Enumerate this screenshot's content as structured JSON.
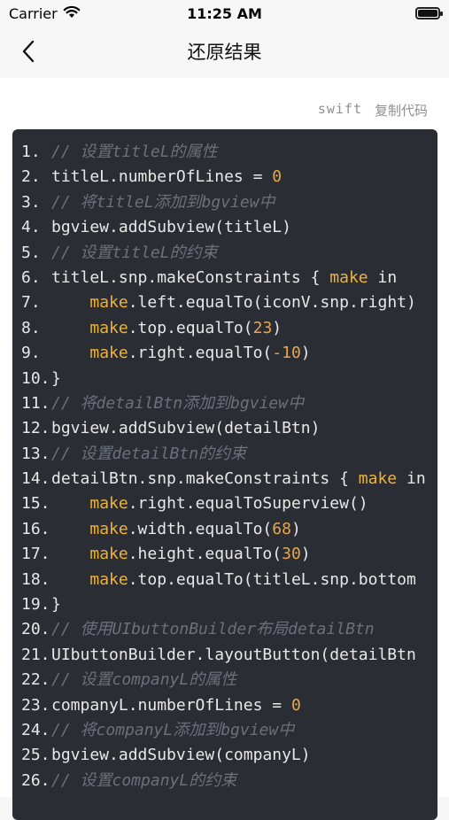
{
  "status_bar": {
    "carrier": "Carrier",
    "time": "11:25 AM"
  },
  "nav": {
    "title": "还原结果"
  },
  "code_header": {
    "language": "swift",
    "copy_label": "复制代码"
  },
  "colors": {
    "code_bg": "#2b2d35",
    "comment": "#6b707a",
    "keyword": "#ecb33a",
    "number": "#e6a64a",
    "text": "#e8e8e8"
  },
  "code_lines": [
    {
      "num": "1.",
      "segments": [
        {
          "t": "// 设置titleL的属性",
          "k": "comment"
        }
      ]
    },
    {
      "num": "2.",
      "segments": [
        {
          "t": "titleL.numberOfLines = ",
          "k": "plain"
        },
        {
          "t": "0",
          "k": "number"
        }
      ]
    },
    {
      "num": "3.",
      "segments": [
        {
          "t": "// 将titleL添加到bgview中",
          "k": "comment"
        }
      ]
    },
    {
      "num": "4.",
      "segments": [
        {
          "t": "bgview.addSubview(titleL)",
          "k": "plain"
        }
      ]
    },
    {
      "num": "5.",
      "segments": [
        {
          "t": "// 设置titleL的约束",
          "k": "comment"
        }
      ]
    },
    {
      "num": "6.",
      "segments": [
        {
          "t": "titleL.snp.makeConstraints { ",
          "k": "plain"
        },
        {
          "t": "make",
          "k": "keyword"
        },
        {
          "t": " in",
          "k": "plain"
        }
      ]
    },
    {
      "num": "7.",
      "segments": [
        {
          "t": "    ",
          "k": "plain"
        },
        {
          "t": "make",
          "k": "keyword"
        },
        {
          "t": ".left.equalTo(iconV.snp.right)",
          "k": "plain"
        }
      ]
    },
    {
      "num": "8.",
      "segments": [
        {
          "t": "    ",
          "k": "plain"
        },
        {
          "t": "make",
          "k": "keyword"
        },
        {
          "t": ".top.equalTo(",
          "k": "plain"
        },
        {
          "t": "23",
          "k": "number"
        },
        {
          "t": ")",
          "k": "plain"
        }
      ]
    },
    {
      "num": "9.",
      "segments": [
        {
          "t": "    ",
          "k": "plain"
        },
        {
          "t": "make",
          "k": "keyword"
        },
        {
          "t": ".right.equalTo(",
          "k": "plain"
        },
        {
          "t": "-10",
          "k": "number"
        },
        {
          "t": ")",
          "k": "plain"
        }
      ]
    },
    {
      "num": "10.",
      "segments": [
        {
          "t": "}",
          "k": "plain"
        }
      ]
    },
    {
      "num": "11.",
      "segments": [
        {
          "t": "// 将detailBtn添加到bgview中",
          "k": "comment"
        }
      ]
    },
    {
      "num": "12.",
      "segments": [
        {
          "t": "bgview.addSubview(detailBtn)",
          "k": "plain"
        }
      ]
    },
    {
      "num": "13.",
      "segments": [
        {
          "t": "// 设置detailBtn的约束",
          "k": "comment"
        }
      ]
    },
    {
      "num": "14.",
      "segments": [
        {
          "t": "detailBtn.snp.makeConstraints { ",
          "k": "plain"
        },
        {
          "t": "make",
          "k": "keyword"
        },
        {
          "t": " in",
          "k": "plain"
        }
      ]
    },
    {
      "num": "15.",
      "segments": [
        {
          "t": "    ",
          "k": "plain"
        },
        {
          "t": "make",
          "k": "keyword"
        },
        {
          "t": ".right.equalToSuperview()",
          "k": "plain"
        }
      ]
    },
    {
      "num": "16.",
      "segments": [
        {
          "t": "    ",
          "k": "plain"
        },
        {
          "t": "make",
          "k": "keyword"
        },
        {
          "t": ".width.equalTo(",
          "k": "plain"
        },
        {
          "t": "68",
          "k": "number"
        },
        {
          "t": ")",
          "k": "plain"
        }
      ]
    },
    {
      "num": "17.",
      "segments": [
        {
          "t": "    ",
          "k": "plain"
        },
        {
          "t": "make",
          "k": "keyword"
        },
        {
          "t": ".height.equalTo(",
          "k": "plain"
        },
        {
          "t": "30",
          "k": "number"
        },
        {
          "t": ")",
          "k": "plain"
        }
      ]
    },
    {
      "num": "18.",
      "segments": [
        {
          "t": "    ",
          "k": "plain"
        },
        {
          "t": "make",
          "k": "keyword"
        },
        {
          "t": ".top.equalTo(titleL.snp.bottom",
          "k": "plain"
        }
      ]
    },
    {
      "num": "19.",
      "segments": [
        {
          "t": "}",
          "k": "plain"
        }
      ]
    },
    {
      "num": "20.",
      "segments": [
        {
          "t": "// 使用UIbuttonBuilder布局detailBtn",
          "k": "comment"
        }
      ]
    },
    {
      "num": "21.",
      "segments": [
        {
          "t": "UIbuttonBuilder.layoutButton(detailBtn",
          "k": "plain"
        }
      ]
    },
    {
      "num": "22.",
      "segments": [
        {
          "t": "// 设置companyL的属性",
          "k": "comment"
        }
      ]
    },
    {
      "num": "23.",
      "segments": [
        {
          "t": "companyL.numberOfLines = ",
          "k": "plain"
        },
        {
          "t": "0",
          "k": "number"
        }
      ]
    },
    {
      "num": "24.",
      "segments": [
        {
          "t": "// 将companyL添加到bgview中",
          "k": "comment"
        }
      ]
    },
    {
      "num": "25.",
      "segments": [
        {
          "t": "bgview.addSubview(companyL)",
          "k": "plain"
        }
      ]
    },
    {
      "num": "26.",
      "segments": [
        {
          "t": "// 设置companyL的约束",
          "k": "comment"
        }
      ]
    }
  ]
}
